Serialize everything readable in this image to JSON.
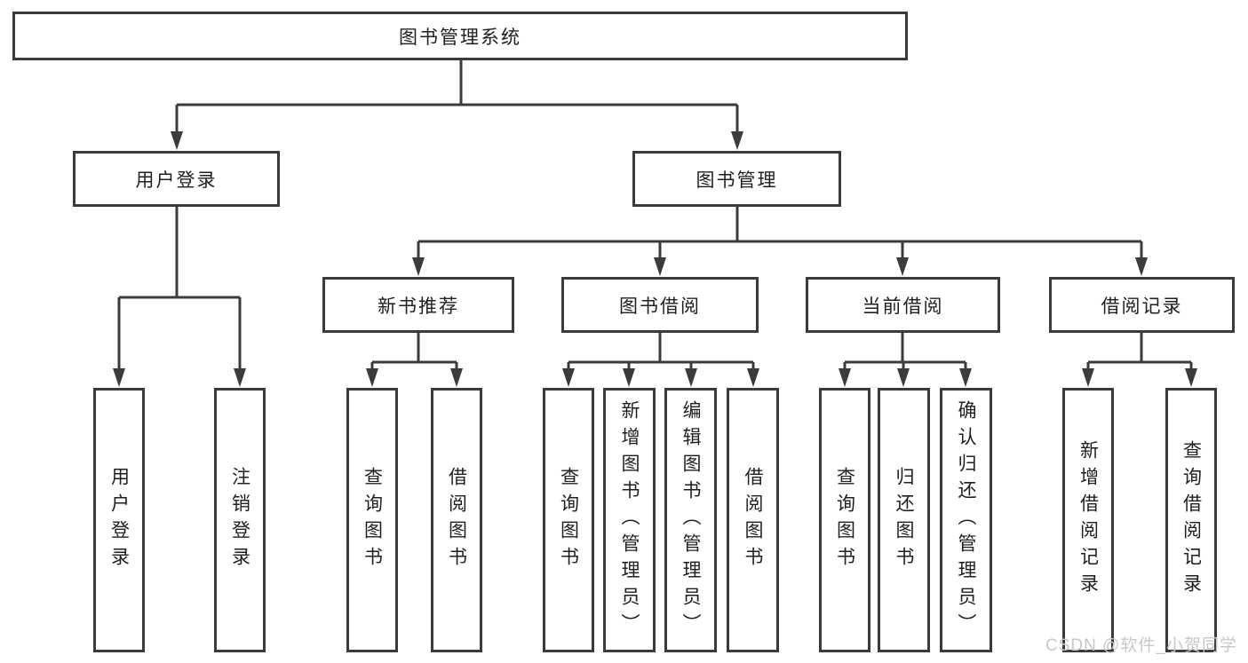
{
  "diagram": {
    "root": {
      "label": "图书管理系统"
    },
    "branches": [
      {
        "label": "用户登录",
        "children": [
          {
            "label": "用户登录"
          },
          {
            "label": "注销登录"
          }
        ]
      },
      {
        "label": "图书管理",
        "children": [
          {
            "label": "新书推荐",
            "children": [
              {
                "label": "查询图书"
              },
              {
                "label": "借阅图书"
              }
            ]
          },
          {
            "label": "图书借阅",
            "children": [
              {
                "label": "查询图书"
              },
              {
                "label": "新增图书（管理员）"
              },
              {
                "label": "编辑图书（管理员）"
              },
              {
                "label": "借阅图书"
              }
            ]
          },
          {
            "label": "当前借阅",
            "children": [
              {
                "label": "查询图书"
              },
              {
                "label": "归还图书"
              },
              {
                "label": "确认归还（管理员）"
              }
            ]
          },
          {
            "label": "借阅记录",
            "children": [
              {
                "label": "新增借阅记录"
              },
              {
                "label": "查询借阅记录"
              }
            ]
          }
        ]
      }
    ]
  },
  "watermark": {
    "text": "CSDN @软件_小贺同学"
  },
  "colors": {
    "line": "#3b3b3b",
    "text": "#1f1f1f",
    "background": "#ffffff",
    "watermark": "#c7c7c7"
  }
}
